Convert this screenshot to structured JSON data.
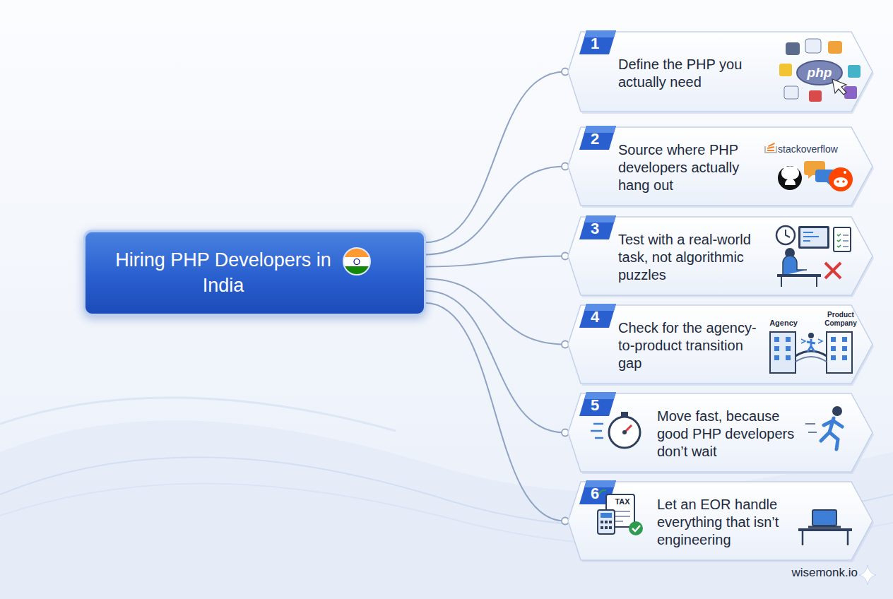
{
  "diagram": {
    "nodes": [
      {
        "text": [
          "Hiring PHP Developers in India"
        ]
      },
      {
        "text": [
          "1",
          "Define the PHP you actually need"
        ]
      },
      {
        "text": [
          "2",
          "Source where PHP developers actually hang out"
        ]
      },
      {
        "text": [
          "3",
          "Test with a real-world task, not algorithmic puzzles"
        ]
      },
      {
        "text": [
          "4",
          "Check for the agency-to-product transition gap"
        ]
      },
      {
        "text": [
          "5",
          "Move fast, because good PHP developers don’t wait"
        ]
      },
      {
        "text": [
          "6",
          "Let an EOR handle everything that isn’t engineering"
        ]
      }
    ],
    "edges": [
      {
        "from": 0,
        "to": 1,
        "arrow": "none"
      },
      {
        "from": 0,
        "to": 2,
        "arrow": "none"
      },
      {
        "from": 0,
        "to": 3,
        "arrow": "none"
      },
      {
        "from": 0,
        "to": 4,
        "arrow": "none"
      },
      {
        "from": 0,
        "to": 5,
        "arrow": "none"
      },
      {
        "from": 0,
        "to": 6,
        "arrow": "none"
      }
    ],
    "labels": [
      "php",
      "stackoverflow",
      "Agency",
      "Product Company",
      "TAX",
      "wisemonk.io"
    ]
  }
}
